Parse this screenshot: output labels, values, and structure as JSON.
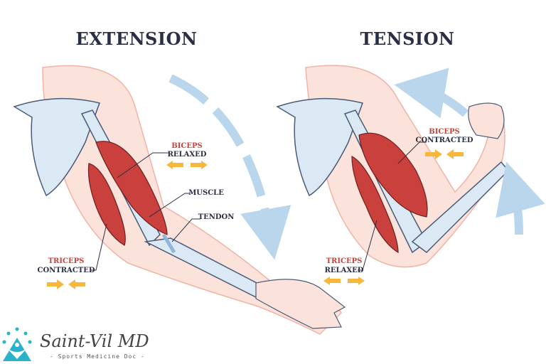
{
  "titles": {
    "left": "EXTENSION",
    "right": "TENSION"
  },
  "left_labels": {
    "biceps": "BICEPS",
    "biceps_state": "RELAXED",
    "muscle": "MUSCLE",
    "tendon": "TENDON",
    "triceps": "TRICEPS",
    "triceps_state": "CONTRACTED"
  },
  "right_labels": {
    "biceps": "BICEPS",
    "biceps_state": "CONTRACTED",
    "triceps": "TRICEPS",
    "triceps_state": "RELAXED"
  },
  "logo": {
    "name": "Saint-Vil MD",
    "tagline": "- Sports Medicine Doc -"
  },
  "colors": {
    "muscle": "#c9403d",
    "bone": "#dbe9f5",
    "skin": "#fbe3dc",
    "arrow": "#f6b73c",
    "motion": "#b9d6ec",
    "text": "#2a2f45",
    "label_red": "#c8423a",
    "logo": "#2ab3c8"
  }
}
